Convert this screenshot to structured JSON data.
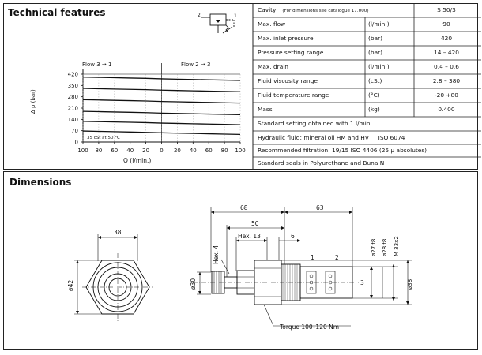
{
  "technical": {
    "title": "Technical features",
    "symbol_ports": [
      "2",
      "1"
    ],
    "chart_data": {
      "type": "line",
      "title": "",
      "ylabel": "Δ p (bar)",
      "xlabel": "Q (l/min.)",
      "flow_left_label": "Flow 3 → 1",
      "flow_right_label": "Flow 2 → 3",
      "yticks": [
        "420",
        "350",
        "280",
        "210",
        "140",
        "70",
        "0"
      ],
      "ylim": [
        0,
        420
      ],
      "xticks": [
        "100",
        "80",
        "60",
        "40",
        "20",
        "0",
        "20",
        "40",
        "60",
        "80",
        "100"
      ],
      "x": [
        -100,
        -80,
        -60,
        -40,
        -20,
        0,
        20,
        40,
        60,
        80,
        100
      ],
      "note": "35 cSt at 50 °C",
      "series": [
        {
          "values": [
            402,
            400,
            398,
            396,
            394,
            391,
            389,
            387,
            385,
            383,
            381
          ]
        },
        {
          "values": [
            332,
            330,
            328,
            326,
            324,
            321,
            319,
            317,
            315,
            313,
            311
          ]
        },
        {
          "values": [
            262,
            260,
            258,
            256,
            254,
            251,
            249,
            247,
            245,
            243,
            241
          ]
        },
        {
          "values": [
            190,
            188,
            186,
            184,
            182,
            179,
            177,
            175,
            173,
            171,
            169
          ]
        },
        {
          "values": [
            128,
            126,
            124,
            122,
            120,
            117,
            115,
            113,
            111,
            109,
            107
          ]
        },
        {
          "values": [
            68,
            66,
            64,
            62,
            60,
            57,
            55,
            53,
            51,
            49,
            47
          ]
        }
      ]
    },
    "specs": [
      {
        "label": "Cavity",
        "note": "(For dimensions see catalogue 17.000)",
        "unit": "",
        "value": "S 50/3"
      },
      {
        "label": "Max. flow",
        "unit": "(l/min.)",
        "value": "90"
      },
      {
        "label": "Max. inlet pressure",
        "unit": "(bar)",
        "value": "420"
      },
      {
        "label": "Pressure setting range",
        "unit": "(bar)",
        "value": "14 – 420"
      },
      {
        "label": "Max. drain",
        "unit": "(l/min.)",
        "value": "0.4 – 0.6"
      },
      {
        "label": "Fluid viscosity range",
        "unit": "(cSt)",
        "value": "2.8 – 380"
      },
      {
        "label": "Fluid temperature range",
        "unit": "(°C)",
        "value": "-20 +80"
      },
      {
        "label": "Mass",
        "unit": "(kg)",
        "value": "0.400"
      }
    ],
    "notes": [
      "Standard setting obtained with 1 l/min.",
      "Hydraulic fluid: mineral oil HM and HV     ISO 6074",
      "Recommended filtration: 19/15 ISO 4406 (25 μ absolutes)",
      "Standard seals in Polyurethane and Buna N"
    ]
  },
  "dimensions": {
    "title": "Dimensions",
    "labels": {
      "d38": "38",
      "d42": "ø42",
      "d68": "68",
      "d63": "63",
      "d50": "50",
      "hex13": "Hex. 13",
      "d6": "6",
      "hex4": "Hex. 4",
      "d30": "ø30",
      "port1": "1",
      "port2": "2",
      "port3": "3",
      "d27": "ø27 f8",
      "d28": "ø28 f8",
      "m33": "M 33x2",
      "d38b": "ø38",
      "torque": "Torque 100–120 Nm"
    }
  }
}
